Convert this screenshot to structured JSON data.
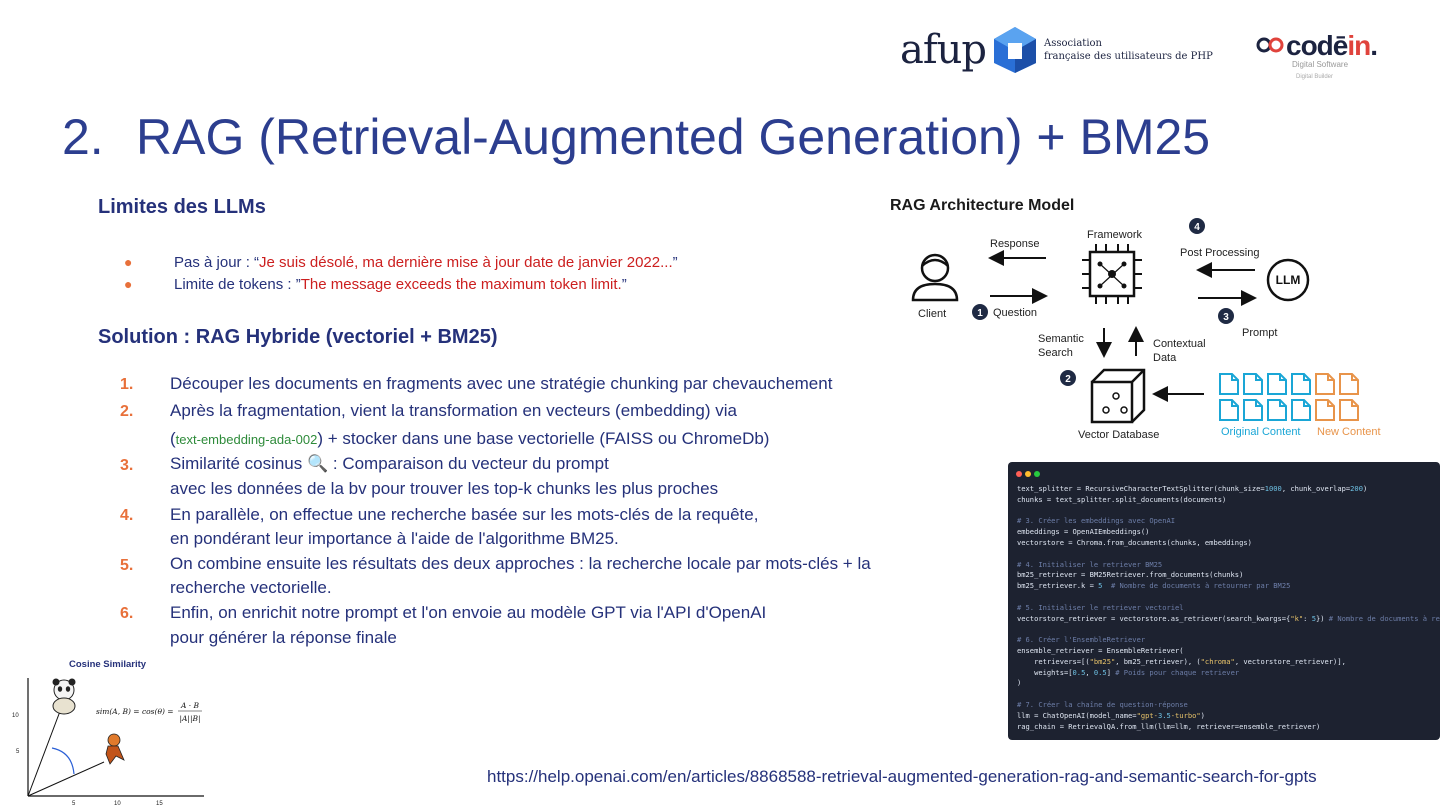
{
  "header": {
    "afup_word": "afup",
    "afup_desc_line1": "Association",
    "afup_desc_line2": "française des utilisateurs de PHP",
    "codein_word_main": "codē",
    "codein_word_accent": "in",
    "codein_word_dot": ".",
    "codein_sub": "Digital Software",
    "codein_sub2": "Digital Builder"
  },
  "title": {
    "number": "2.",
    "text": "RAG (Retrieval-Augmented Generation) + BM25"
  },
  "limits": {
    "heading": "Limites des LLMs",
    "bullets": [
      {
        "label": "Pas à jour : “",
        "quote": "Je suis désolé, ma dernière mise à jour date de janvier 2022...",
        "end": "”"
      },
      {
        "label": "Limite de tokens : ”",
        "quote": "The message exceeds the maximum token limit.",
        "end": "”"
      }
    ]
  },
  "solution": {
    "heading": "Solution : RAG Hybride (vectoriel + BM25)",
    "steps": [
      {
        "num": "1.",
        "lines": [
          "Découper les documents en fragments avec une stratégie chunking par chevauchement"
        ]
      },
      {
        "num": "2.",
        "line1": "Après la fragmentation, vient la transformation en vecteurs (embedding) via",
        "line2_open": "(",
        "line2_model": "text-embedding-ada-002",
        "line2_rest": ") + stocker dans une base vectorielle (FAISS ou ChromeDb)"
      },
      {
        "num": "3.",
        "line1": "Similarité cosinus 🔍 : Comparaison du vecteur du prompt",
        "line2": "avec les données de la bv pour trouver les top-k chunks les plus proches"
      },
      {
        "num": "4.",
        "line1": "En parallèle, on effectue une recherche basée sur les mots-clés de la requête,",
        "line2": "en pondérant leur importance à l'aide de l'algorithme BM25."
      },
      {
        "num": "5.",
        "line1": "On combine ensuite les résultats des deux approches : la recherche locale par mots-clés + la",
        "line2": "recherche vectorielle."
      },
      {
        "num": "6.",
        "line1": "Enfin, on enrichit notre prompt et l'on envoie au modèle GPT via l'API d'OpenAI",
        "line2": "pour générer la réponse finale"
      }
    ]
  },
  "architecture": {
    "title": "RAG Architecture Model",
    "client": "Client",
    "response": "Response",
    "question": "Question",
    "framework": "Framework",
    "post_processing": "Post Processing",
    "llm": "LLM",
    "prompt": "Prompt",
    "semantic_line1": "Semantic",
    "semantic_line2": "Search",
    "contextual_line1": "Contextual",
    "contextual_line2": "Data",
    "vector_db": "Vector Database",
    "original_content": "Original Content",
    "new_content": "New Content",
    "step1": "1",
    "step2": "2",
    "step3": "3",
    "step4": "4",
    "colors": {
      "original": "#1aa6d6",
      "new": "#e8944a",
      "badge": "#1f2a44"
    }
  },
  "code": {
    "lines": [
      {
        "t": "text_splitter = RecursiveCharacterTextSplitter(chunk_size=1000, chunk_overlap=200)"
      },
      {
        "t": "chunks = text_splitter.split_documents(documents)"
      },
      {
        "t": ""
      },
      {
        "t": "# 3. Créer les embeddings avec OpenAI",
        "c": 1
      },
      {
        "t": "embeddings = OpenAIEmbeddings()"
      },
      {
        "t": "vectorstore = Chroma.from_documents(chunks, embeddings)"
      },
      {
        "t": ""
      },
      {
        "t": "# 4. Initialiser le retriever BM25",
        "c": 1
      },
      {
        "t": "bm25_retriever = BM25Retriever.from_documents(chunks)"
      },
      {
        "t": "bm25_retriever.k = 5  # Nombre de documents à retourner par BM25"
      },
      {
        "t": ""
      },
      {
        "t": "# 5. Initialiser le retriever vectoriel",
        "c": 1
      },
      {
        "t": "vectorstore_retriever = vectorstore.as_retriever(search_kwargs={\"k\": 5}) # Nombre de documents à retourner"
      },
      {
        "t": ""
      },
      {
        "t": "# 6. Créer l'EnsembleRetriever",
        "c": 1
      },
      {
        "t": "ensemble_retriever = EnsembleRetriever("
      },
      {
        "t": "    retrievers=[(\"bm25\", bm25_retriever), (\"chroma\", vectorstore_retriever)],"
      },
      {
        "t": "    weights=[0.5, 0.5] # Poids pour chaque retriever"
      },
      {
        "t": ")"
      },
      {
        "t": ""
      },
      {
        "t": "# 7. Créer la chaîne de question-réponse",
        "c": 1
      },
      {
        "t": "llm = ChatOpenAI(model_name=\"gpt-3.5-turbo\")"
      },
      {
        "t": "rag_chain = RetrievalQA.from_llm(llm=llm, retriever=ensemble_retriever)"
      }
    ],
    "dot_colors": [
      "#ff5f56",
      "#ffbd2e",
      "#27c93f"
    ]
  },
  "cosine": {
    "title": "Cosine Similarity",
    "formula_lhs": "sim(A, B) = cos(θ) =",
    "formula_num": "A · B",
    "formula_den": "|A||B|",
    "y_ticks": [
      "10",
      "5"
    ],
    "x_ticks": [
      "5",
      "10",
      "15"
    ]
  },
  "source_link": "https://help.openai.com/en/articles/8868588-retrieval-augmented-generation-rag-and-semantic-search-for-gpts"
}
